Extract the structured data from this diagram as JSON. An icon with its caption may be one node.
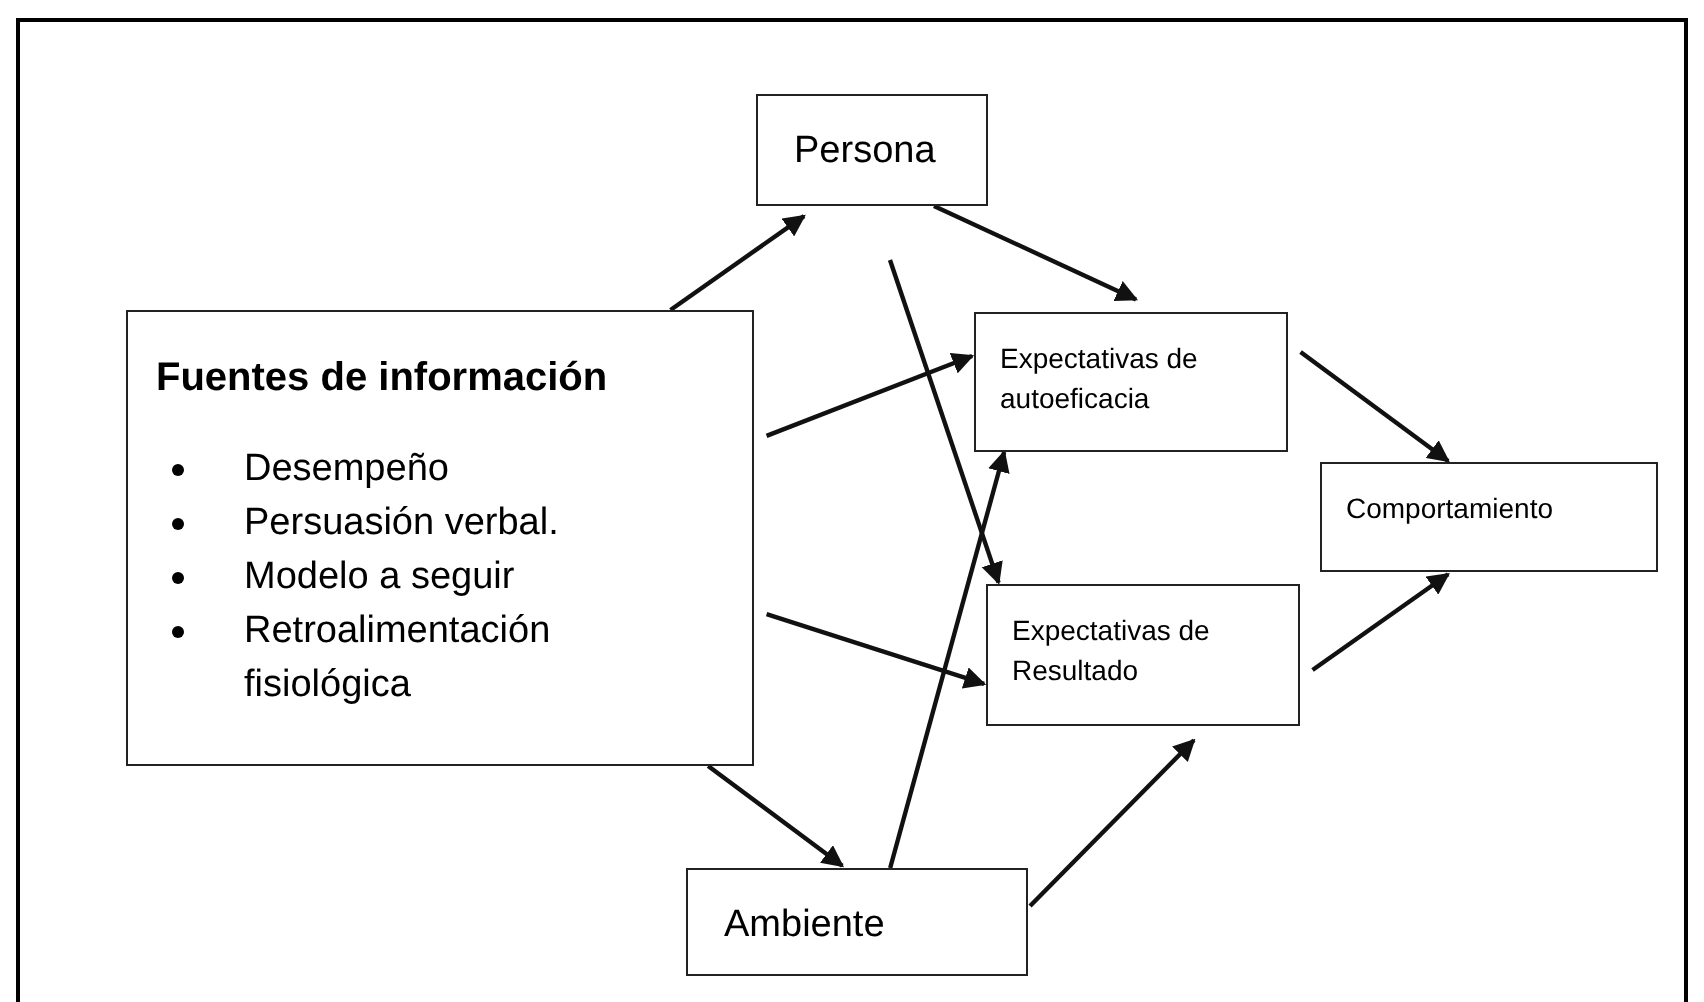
{
  "diagram": {
    "nodes": [
      {
        "text": [
          "Persona"
        ]
      },
      {
        "text": [
          "Fuentes de información",
          "Desempeño",
          "Persuasión verbal.",
          "Modelo a seguir",
          "Retroalimentación fisiológica"
        ]
      },
      {
        "text": [
          "Expectativas de autoeficacia"
        ]
      },
      {
        "text": [
          "Comportamiento"
        ]
      },
      {
        "text": [
          "Expectativas de Resultado"
        ]
      },
      {
        "text": [
          "Ambiente"
        ]
      }
    ],
    "edges": [
      {
        "from": 1,
        "to": 0,
        "arrow": "to"
      },
      {
        "from": 0,
        "to": 2,
        "arrow": "to"
      },
      {
        "from": 1,
        "to": 2,
        "arrow": "to"
      },
      {
        "from": 2,
        "to": 3,
        "arrow": "to"
      },
      {
        "from": null,
        "to": 4,
        "arrow": "to"
      },
      {
        "from": 5,
        "to": 2,
        "arrow": "to"
      },
      {
        "from": 1,
        "to": 4,
        "arrow": "to"
      },
      {
        "from": 4,
        "to": 3,
        "arrow": "to"
      },
      {
        "from": 1,
        "to": 5,
        "arrow": "to"
      },
      {
        "from": 5,
        "to": 4,
        "arrow": "to"
      }
    ]
  }
}
